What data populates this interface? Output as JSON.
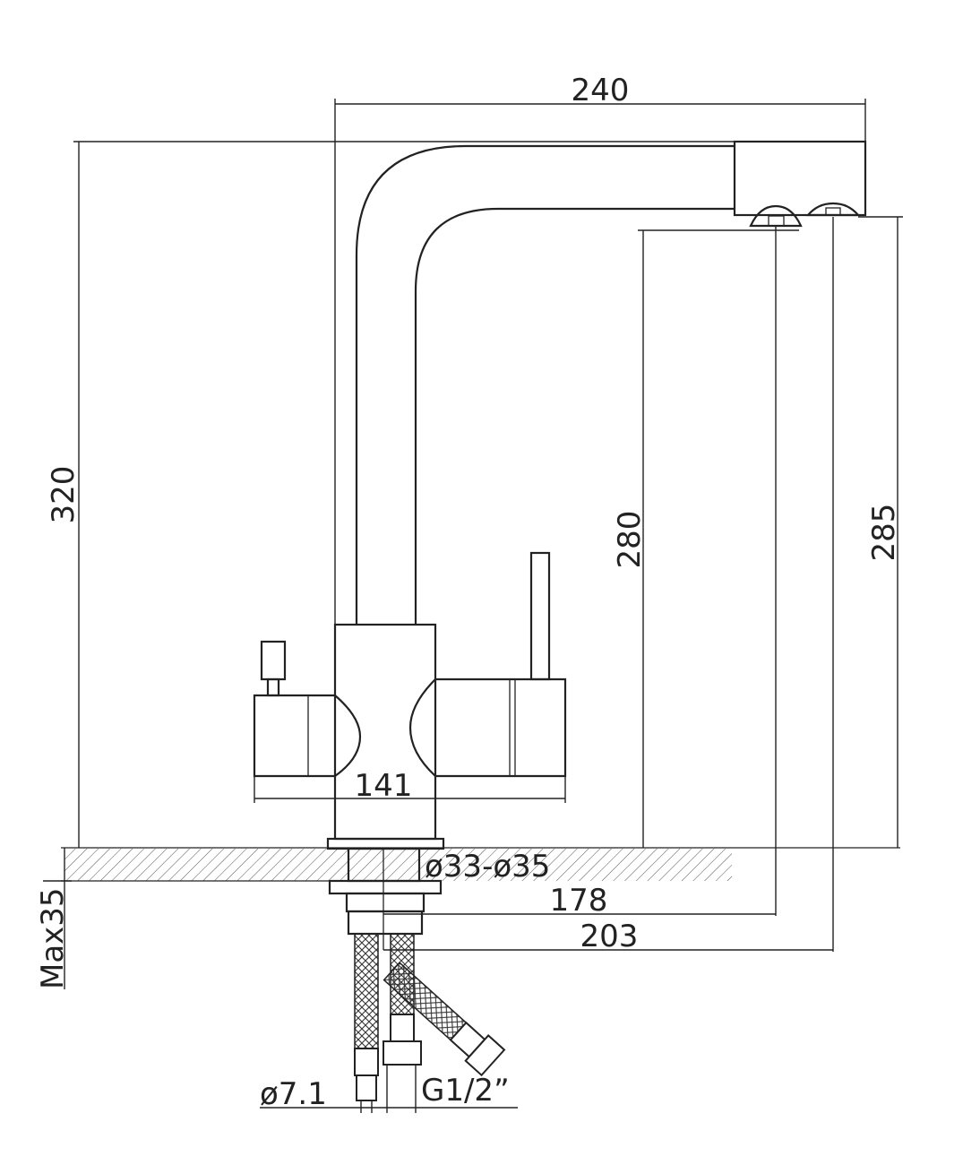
{
  "dimensions": {
    "width_total": "240",
    "height_total": "320",
    "spout_height_1": "280",
    "spout_height_2": "285",
    "handle_span": "141",
    "reach_1": "178",
    "reach_2": "203",
    "hole_diameter": "ø33-ø35",
    "max_thickness": "Max35",
    "hose_diameter": "ø7.1",
    "thread": "G1/2”"
  }
}
